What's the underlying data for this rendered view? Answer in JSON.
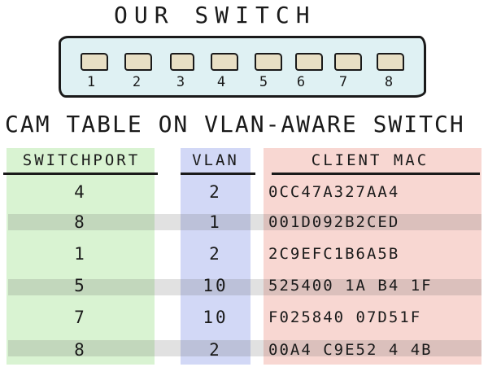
{
  "switch": {
    "title": "OUR SWITCH",
    "ports": [
      "1",
      "2",
      "3",
      "4",
      "5",
      "6",
      "7",
      "8"
    ],
    "body_color": "#dff1f3",
    "port_color": "#e8dfc4"
  },
  "table": {
    "title": "CAM TABLE ON VLAN-AWARE SWITCH",
    "headers": {
      "port": "SWITCHPORT",
      "vlan": "VLAN",
      "mac": "CLIENT MAC"
    },
    "column_colors": {
      "port": "#d9f3d2",
      "vlan": "#d2d8f6",
      "mac": "#f8d7d2"
    },
    "rows": [
      {
        "port": "4",
        "vlan": "2",
        "mac": "0CC47A327AA4"
      },
      {
        "port": "8",
        "vlan": "1",
        "mac": "001D092B2CED"
      },
      {
        "port": "1",
        "vlan": "2",
        "mac": "2C9EFC1B6A5B"
      },
      {
        "port": "5",
        "vlan": "10",
        "mac": "525400 1A B4 1F"
      },
      {
        "port": "7",
        "vlan": "10",
        "mac": "F025840 07D51F"
      },
      {
        "port": "8",
        "vlan": "2",
        "mac": "00A4 C9E52 4 4B"
      }
    ]
  }
}
